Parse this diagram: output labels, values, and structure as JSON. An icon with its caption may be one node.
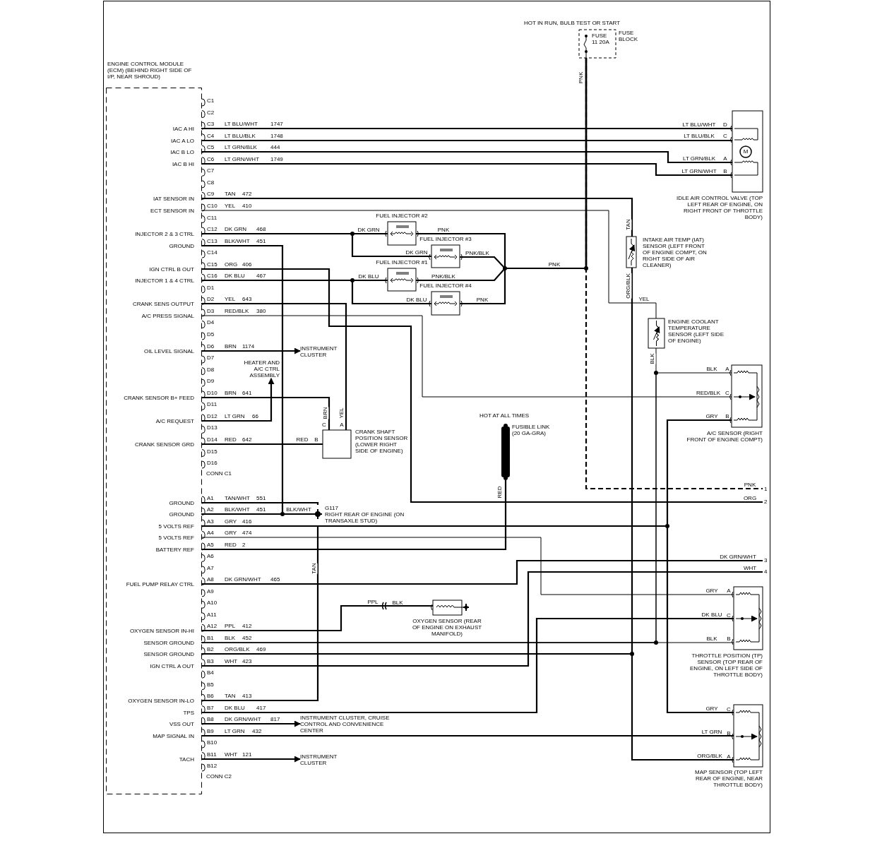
{
  "diagram": {
    "nodes": [
      {
        "text": [
          "FUSE 11 20A",
          "FUSE BLOCK"
        ]
      },
      {
        "text": [
          "ENGINE CONTROL MODULE (ECM) (BEHIND RIGHT SIDE OF I/P, NEAR SHROUD)"
        ]
      },
      {
        "text": [
          "M",
          "IDLE AIR CONTROL VALVE (TOP LEFT REAR OF ENGINE, ON RIGHT FRONT OF THROTTLE BODY)"
        ]
      },
      {
        "text": [
          "FUEL INJECTOR #2"
        ]
      },
      {
        "text": [
          "INTAKE AIR TEMP (IAT) SENSOR (LEFT FRONT OF ENGINE COMPT, ON RIGHT SIDE OF AIR CLEANER)"
        ]
      },
      {
        "text": [
          "FUEL INJECTOR #3"
        ]
      },
      {
        "text": [
          "FUEL INJECTOR #1"
        ]
      },
      {
        "text": [
          "FUEL INJECTOR #4"
        ]
      },
      {
        "text": [
          "ENGINE COOLANT TEMPERATURE SENSOR (LEFT SIDE OF ENGINE)"
        ]
      },
      {
        "text": [
          "INSTRUMENT CLUSTER"
        ]
      },
      {
        "text": [
          "HEATER AND A/C CTRL ASSEMBLY"
        ]
      },
      {
        "text": [
          "A/C SENSOR (RIGHT FRONT OF ENGINE COMPT)"
        ]
      },
      {
        "text": [
          "CRANK SHAFT POSITION SENSOR (LOWER RIGHT SIDE OF ENGINE)"
        ]
      },
      {
        "text": [
          "FUSIBLE LINK (20 GA-GRA)"
        ]
      },
      {
        "text": [
          "G117",
          "RIGHT REAR OF ENGINE (ON TRANSAXLE STUD)"
        ]
      },
      {
        "text": [
          "OXYGEN SENSOR (REAR OF ENGINE ON EXHAUST MANIFOLD)"
        ]
      },
      {
        "text": [
          "THROTTLE POSITION (TP) SENSOR (TOP REAR OF ENGINE, ON LEFT SIDE OF THROTTLE BODY)"
        ]
      },
      {
        "text": [
          "MAP SENSOR (TOP LEFT REAR OF ENGINE, NEAR THROTTLE BODY)"
        ]
      },
      {
        "text": [
          "INSTRUMENT CLUSTER, CRUISE CONTROL AND CONVENIENCE CENTER"
        ]
      },
      {
        "text": [
          "INSTRUMENT CLUSTER"
        ]
      },
      {
        "text": [
          "1"
        ]
      },
      {
        "text": [
          "2"
        ]
      },
      {
        "text": [
          "3"
        ]
      },
      {
        "text": [
          "4"
        ]
      }
    ],
    "edges": [
      {
        "from": 1,
        "to": 2,
        "arrow": "none",
        "label": "LT BLU/WHT"
      },
      {
        "from": 1,
        "to": 2,
        "arrow": "none",
        "label": "LT BLU/BLK"
      },
      {
        "from": 1,
        "to": 2,
        "arrow": "none",
        "label": "LT GRN/BLK"
      },
      {
        "from": 1,
        "to": 2,
        "arrow": "none",
        "label": "LT GRN/WHT"
      },
      {
        "from": 1,
        "to": 4,
        "arrow": "none",
        "label": "TAN"
      },
      {
        "from": 1,
        "to": 8,
        "arrow": "none",
        "label": "YEL"
      },
      {
        "from": 1,
        "to": 3,
        "arrow": "none",
        "label": "DK GRN"
      },
      {
        "from": 1,
        "to": 5,
        "arrow": "none",
        "label": "DK GRN"
      },
      {
        "from": 1,
        "to": 14,
        "arrow": "none"
      },
      {
        "from": 1,
        "to": 21,
        "arrow": "none",
        "label": "ORG"
      },
      {
        "from": 1,
        "to": 6,
        "arrow": "none",
        "label": "DK BLU"
      },
      {
        "from": 1,
        "to": 7,
        "arrow": "none",
        "label": "DK BLU"
      },
      {
        "from": 1,
        "to": 12,
        "arrow": "none",
        "label": "YEL"
      },
      {
        "from": 1,
        "to": 11,
        "arrow": "none",
        "label": "RED/BLK"
      },
      {
        "from": 1,
        "to": 9,
        "arrow": "to"
      },
      {
        "from": 1,
        "to": 12,
        "arrow": "none",
        "label": "BRN"
      },
      {
        "from": 1,
        "to": 10,
        "arrow": "to"
      },
      {
        "from": 1,
        "to": 12,
        "arrow": "none",
        "label": "RED"
      },
      {
        "from": 1,
        "to": 14,
        "arrow": "none"
      },
      {
        "from": 1,
        "to": 14,
        "arrow": "none",
        "label": "BLK/WHT"
      },
      {
        "from": 1,
        "to": 11,
        "arrow": "none",
        "label": "GRY"
      },
      {
        "from": 1,
        "to": 17,
        "arrow": "none",
        "label": "GRY"
      },
      {
        "from": 1,
        "to": 16,
        "arrow": "none",
        "label": "GRY"
      },
      {
        "from": 1,
        "to": 13,
        "arrow": "none",
        "label": "RED"
      },
      {
        "from": 1,
        "to": 22,
        "arrow": "none",
        "label": "DK GRN/WHT"
      },
      {
        "from": 1,
        "to": 15,
        "arrow": "none",
        "label": "PPL"
      },
      {
        "from": 1,
        "to": 8,
        "arrow": "none",
        "label": "BLK"
      },
      {
        "from": 1,
        "to": 11,
        "arrow": "none",
        "label": "BLK"
      },
      {
        "from": 1,
        "to": 16,
        "arrow": "none",
        "label": "BLK"
      },
      {
        "from": 1,
        "to": 4,
        "arrow": "none",
        "label": "ORG/BLK"
      },
      {
        "from": 1,
        "to": 17,
        "arrow": "none",
        "label": "ORG/BLK"
      },
      {
        "from": 1,
        "to": 23,
        "arrow": "none",
        "label": "WHT"
      },
      {
        "from": 1,
        "to": 14,
        "arrow": "none",
        "label": "TAN"
      },
      {
        "from": 1,
        "to": 16,
        "arrow": "none",
        "label": "DK BLU"
      },
      {
        "from": 1,
        "to": 18,
        "arrow": "to"
      },
      {
        "from": 1,
        "to": 17,
        "arrow": "none",
        "label": "LT GRN"
      },
      {
        "from": 1,
        "to": 19,
        "arrow": "to"
      },
      {
        "from": 0,
        "to": 3,
        "arrow": "none",
        "label": "PNK"
      },
      {
        "from": 0,
        "to": 5,
        "arrow": "none",
        "label": "PNK/BLK"
      },
      {
        "from": 0,
        "to": 6,
        "arrow": "none",
        "label": "PNK/BLK"
      },
      {
        "from": 0,
        "to": 7,
        "arrow": "none",
        "label": "PNK"
      },
      {
        "from": 0,
        "to": 20,
        "arrow": "none",
        "label": "PNK",
        "style": "dashed"
      }
    ],
    "labels": [
      "HOT IN RUN, BULB TEST OR START",
      "C1",
      "C2",
      "IAC A HI",
      "C3",
      "LT BLU/WHT",
      "1747",
      "IAC A LO",
      "C4",
      "LT BLU/BLK",
      "1748",
      "IAC B LO",
      "C5",
      "LT GRN/BLK",
      "444",
      "IAC B HI",
      "C6",
      "LT GRN/WHT",
      "1749",
      "C7",
      "C8",
      "IAT SENSOR IN",
      "C9",
      "TAN",
      "472",
      "ECT SENSOR IN",
      "C10",
      "YEL",
      "410",
      "C11",
      "INJECTOR 2 & 3 CTRL",
      "C12",
      "DK GRN",
      "468",
      "GROUND",
      "C13",
      "BLK/WHT",
      "451",
      "C14",
      "IGN CTRL B OUT",
      "C15",
      "ORG",
      "406",
      "INJECTOR 1 & 4 CTRL",
      "C16",
      "DK BLU",
      "467",
      "D1",
      "CRANK SENS OUTPUT",
      "D2",
      "YEL",
      "643",
      "A/C PRESS SIGNAL",
      "D3",
      "RED/BLK",
      "380",
      "D4",
      "D5",
      "OIL LEVEL SIGNAL",
      "D6",
      "BRN",
      "1174",
      "D7",
      "D8",
      "D9",
      "CRANK SENSOR B+ FEED",
      "D10",
      "BRN",
      "641",
      "D11",
      "A/C REQUEST",
      "D12",
      "LT GRN",
      "66",
      "D13",
      "CRANK SENSOR GRD",
      "D14",
      "RED",
      "642",
      "D15",
      "D16",
      "CONN C1",
      "GROUND",
      "A1",
      "TAN/WHT",
      "551",
      "GROUND",
      "A2",
      "BLK/WHT",
      "451",
      "5 VOLTS REF",
      "A3",
      "GRY",
      "416",
      "5 VOLTS REF",
      "A4",
      "GRY",
      "474",
      "BATTERY REF",
      "A5",
      "RED",
      "2",
      "A6",
      "A7",
      "FUEL PUMP RELAY CTRL",
      "A8",
      "DK GRN/WHT",
      "465",
      "A9",
      "A10",
      "A11",
      "OXYGEN SENSOR IN-HI",
      "A12",
      "PPL",
      "412",
      "SENSOR GROUND",
      "B1",
      "BLK",
      "452",
      "SENSOR GROUND",
      "B2",
      "ORG/BLK",
      "469",
      "IGN CTRL A OUT",
      "B3",
      "WHT",
      "423",
      "B4",
      "B5",
      "OXYGEN SENSOR IN-LO",
      "B6",
      "TAN",
      "413",
      "TPS",
      "B7",
      "DK BLU",
      "417",
      "VSS OUT",
      "B8",
      "DK GRN/WHT",
      "817",
      "MAP SIGNAL IN",
      "B9",
      "LT GRN",
      "432",
      "B10",
      "TACH",
      "B11",
      "WHT",
      "121",
      "B12",
      "CONN C2",
      "PNK",
      "D",
      "C",
      "A",
      "B",
      "PNK",
      "A",
      "C",
      "HOT AT ALL TIMES",
      "B",
      "C",
      "A",
      "B",
      "A",
      "BLK",
      "C",
      "B",
      "C",
      "B",
      "A"
    ]
  }
}
